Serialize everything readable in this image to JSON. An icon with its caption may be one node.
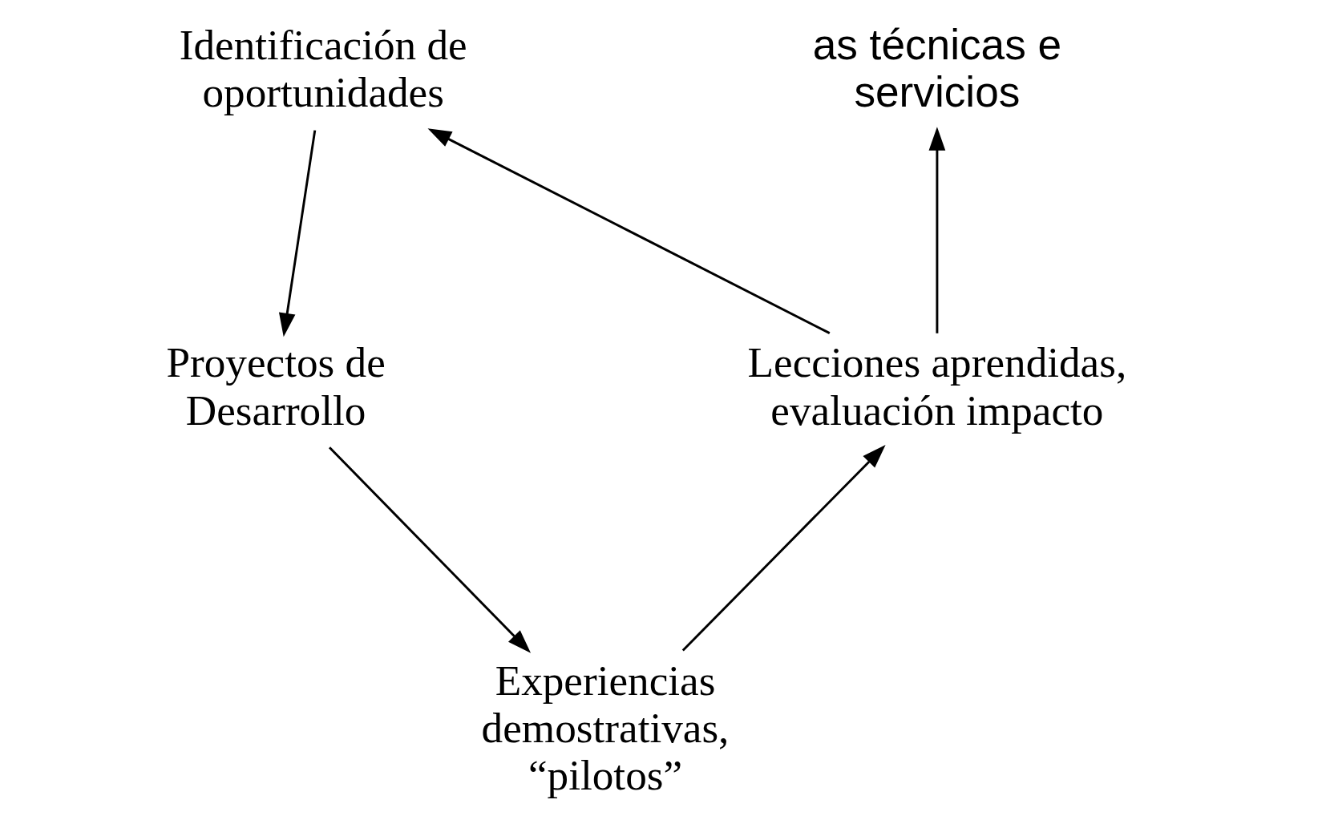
{
  "diagram": {
    "nodes": [
      {
        "text": [
          "Identificación de oportunidades"
        ]
      },
      {
        "text": [
          "Proyectos de Desarrollo"
        ]
      },
      {
        "text": [
          "Experiencias demostrativas, “pilotos”"
        ]
      },
      {
        "text": [
          "Lecciones aprendidas, evaluación impacto"
        ]
      },
      {
        "text": [
          "as técnicas e servicios"
        ]
      }
    ],
    "edges": [
      {
        "from": 0,
        "to": 1,
        "arrow": "to"
      },
      {
        "from": 1,
        "to": 2,
        "arrow": "to"
      },
      {
        "from": 2,
        "to": 3,
        "arrow": "to"
      },
      {
        "from": 3,
        "to": 0,
        "arrow": "to"
      },
      {
        "from": 3,
        "to": 4,
        "arrow": "to"
      }
    ]
  }
}
